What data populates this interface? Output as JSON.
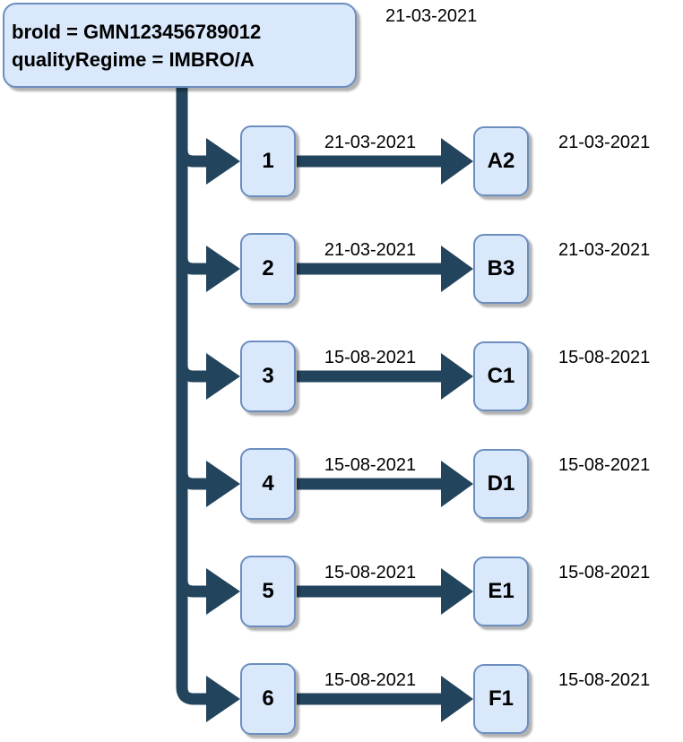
{
  "colors": {
    "node_fill": "#dae8fc",
    "node_border": "#6c8ebf",
    "connector": "#23445d",
    "text": "#000000"
  },
  "root": {
    "line1": "broId = GMN123456789012",
    "line2": "qualityRegime = IMBRO/A",
    "date": "21-03-2021"
  },
  "rows": [
    {
      "number": "1",
      "edge_date": "21-03-2021",
      "target": "A2",
      "target_date": "21-03-2021"
    },
    {
      "number": "2",
      "edge_date": "21-03-2021",
      "target": "B3",
      "target_date": "21-03-2021"
    },
    {
      "number": "3",
      "edge_date": "15-08-2021",
      "target": "C1",
      "target_date": "15-08-2021"
    },
    {
      "number": "4",
      "edge_date": "15-08-2021",
      "target": "D1",
      "target_date": "15-08-2021"
    },
    {
      "number": "5",
      "edge_date": "15-08-2021",
      "target": "E1",
      "target_date": "15-08-2021"
    },
    {
      "number": "6",
      "edge_date": "15-08-2021",
      "target": "F1",
      "target_date": "15-08-2021"
    }
  ]
}
